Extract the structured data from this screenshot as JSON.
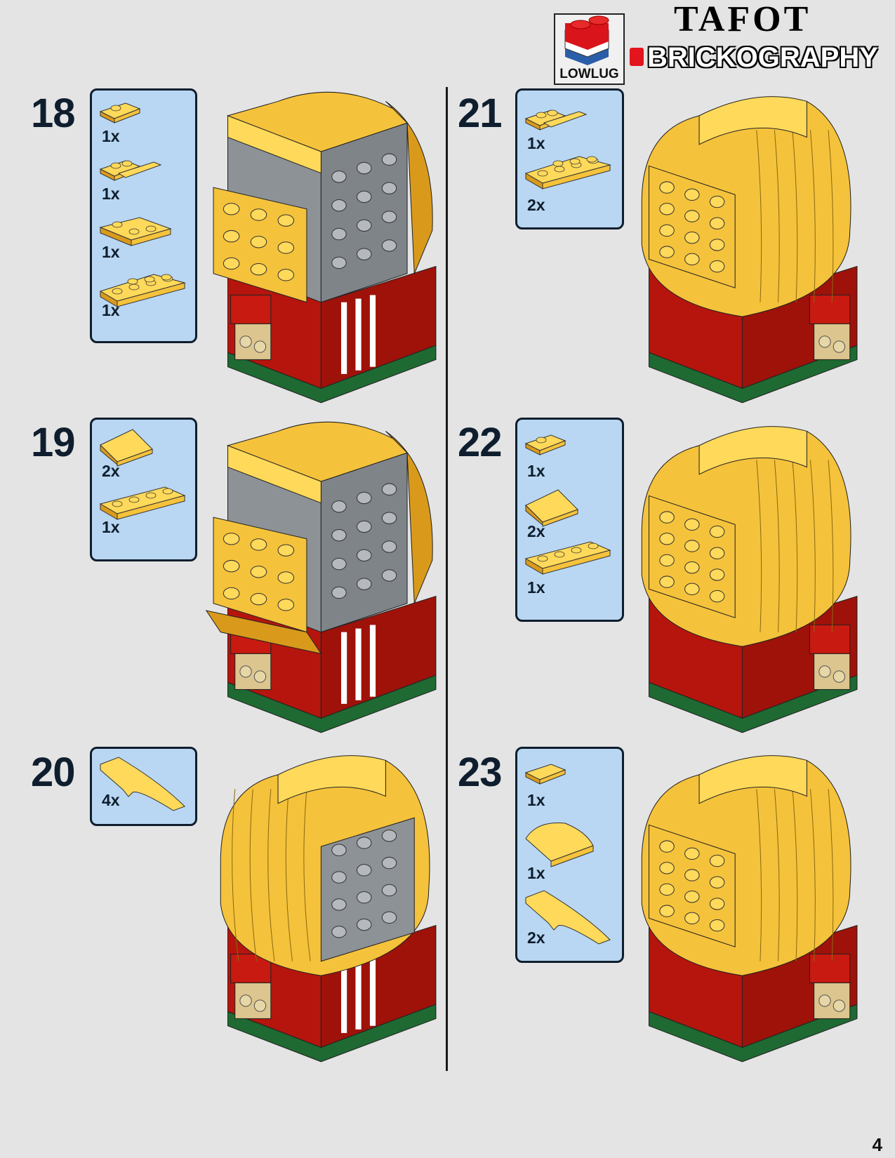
{
  "header": {
    "lowlug_logo": {
      "text": "LOWLUG",
      "colors": [
        "#d9141b",
        "#ffffff",
        "#2a5ea8"
      ]
    },
    "brickography_logo": {
      "overlay_text": "TAFOT",
      "text": "BRICKOGRAPHY",
      "brick_color": "#e3141b"
    }
  },
  "steps": [
    {
      "number": "18",
      "view": "front",
      "stage": 18,
      "parts": [
        {
          "qty": "1x",
          "icon": "plate-1x2-yellow"
        },
        {
          "qty": "1x",
          "icon": "plate-1x2-rail-yellow"
        },
        {
          "qty": "1x",
          "icon": "plate-2x2-corner-yellow"
        },
        {
          "qty": "1x",
          "icon": "plate-2x3-yellow"
        }
      ]
    },
    {
      "number": "19",
      "view": "front",
      "stage": 19,
      "parts": [
        {
          "qty": "2x",
          "icon": "slope-1x2-yellow"
        },
        {
          "qty": "1x",
          "icon": "plate-1x4-yellow"
        }
      ]
    },
    {
      "number": "20",
      "view": "front",
      "stage": 20,
      "parts": [
        {
          "qty": "4x",
          "icon": "curved-slope-1x4-yellow"
        }
      ]
    },
    {
      "number": "21",
      "view": "back",
      "stage": 21,
      "parts": [
        {
          "qty": "1x",
          "icon": "plate-1x2-rail-yellow"
        },
        {
          "qty": "2x",
          "icon": "plate-2x3-yellow"
        }
      ]
    },
    {
      "number": "22",
      "view": "back",
      "stage": 22,
      "parts": [
        {
          "qty": "1x",
          "icon": "plate-1x2-yellow"
        },
        {
          "qty": "2x",
          "icon": "slope-1x2-yellow"
        },
        {
          "qty": "1x",
          "icon": "plate-1x4-yellow"
        }
      ]
    },
    {
      "number": "23",
      "view": "back",
      "stage": 23,
      "parts": [
        {
          "qty": "1x",
          "icon": "tile-1x2-yellow"
        },
        {
          "qty": "1x",
          "icon": "curved-slope-2x2-yellow"
        },
        {
          "qty": "2x",
          "icon": "curved-slope-1x4-yellow"
        }
      ]
    }
  ],
  "page_number": "4",
  "colors": {
    "parts_box": "#b9d7f2",
    "yellow": "#f5c23b",
    "gray": "#8d9297",
    "red": "#b5150d",
    "green": "#1e6a32",
    "tan": "#dcc58e"
  }
}
